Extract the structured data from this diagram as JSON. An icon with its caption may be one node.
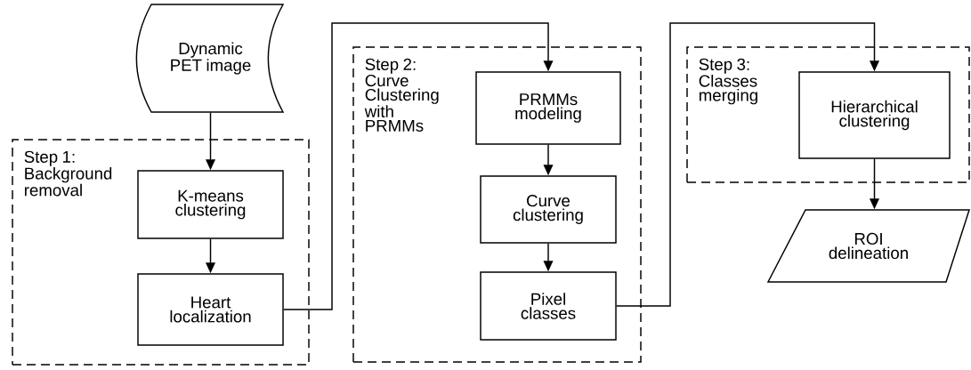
{
  "diagram": {
    "nodes": [
      {
        "text": [
          "Dynamic PET image"
        ]
      },
      {
        "text": [
          "Step 1: Background removal"
        ]
      },
      {
        "text": [
          "K-means clustering"
        ],
        "in": 1
      },
      {
        "text": [
          "Heart localization"
        ],
        "in": 1
      },
      {
        "text": [
          "Step 2: Curve Clustering with PRMMs"
        ]
      },
      {
        "text": [
          "PRMMs modeling"
        ],
        "in": 4
      },
      {
        "text": [
          "Curve clustering"
        ],
        "in": 4
      },
      {
        "text": [
          "Pixel classes"
        ],
        "in": 4
      },
      {
        "text": [
          "Step 3: Classes merging"
        ]
      },
      {
        "text": [
          "Hierarchical clustering"
        ],
        "in": 8
      },
      {
        "text": [
          "ROI delineation"
        ]
      }
    ],
    "edges": [
      {
        "from": 0,
        "to": 2,
        "arrow": "to"
      },
      {
        "from": 2,
        "to": 3,
        "arrow": "to"
      },
      {
        "from": 3,
        "to": 5,
        "arrow": "to"
      },
      {
        "from": 5,
        "to": 6,
        "arrow": "to"
      },
      {
        "from": 6,
        "to": 7,
        "arrow": "to"
      },
      {
        "from": 7,
        "to": 9,
        "arrow": "to"
      },
      {
        "from": 9,
        "to": 10,
        "arrow": "to"
      }
    ]
  }
}
